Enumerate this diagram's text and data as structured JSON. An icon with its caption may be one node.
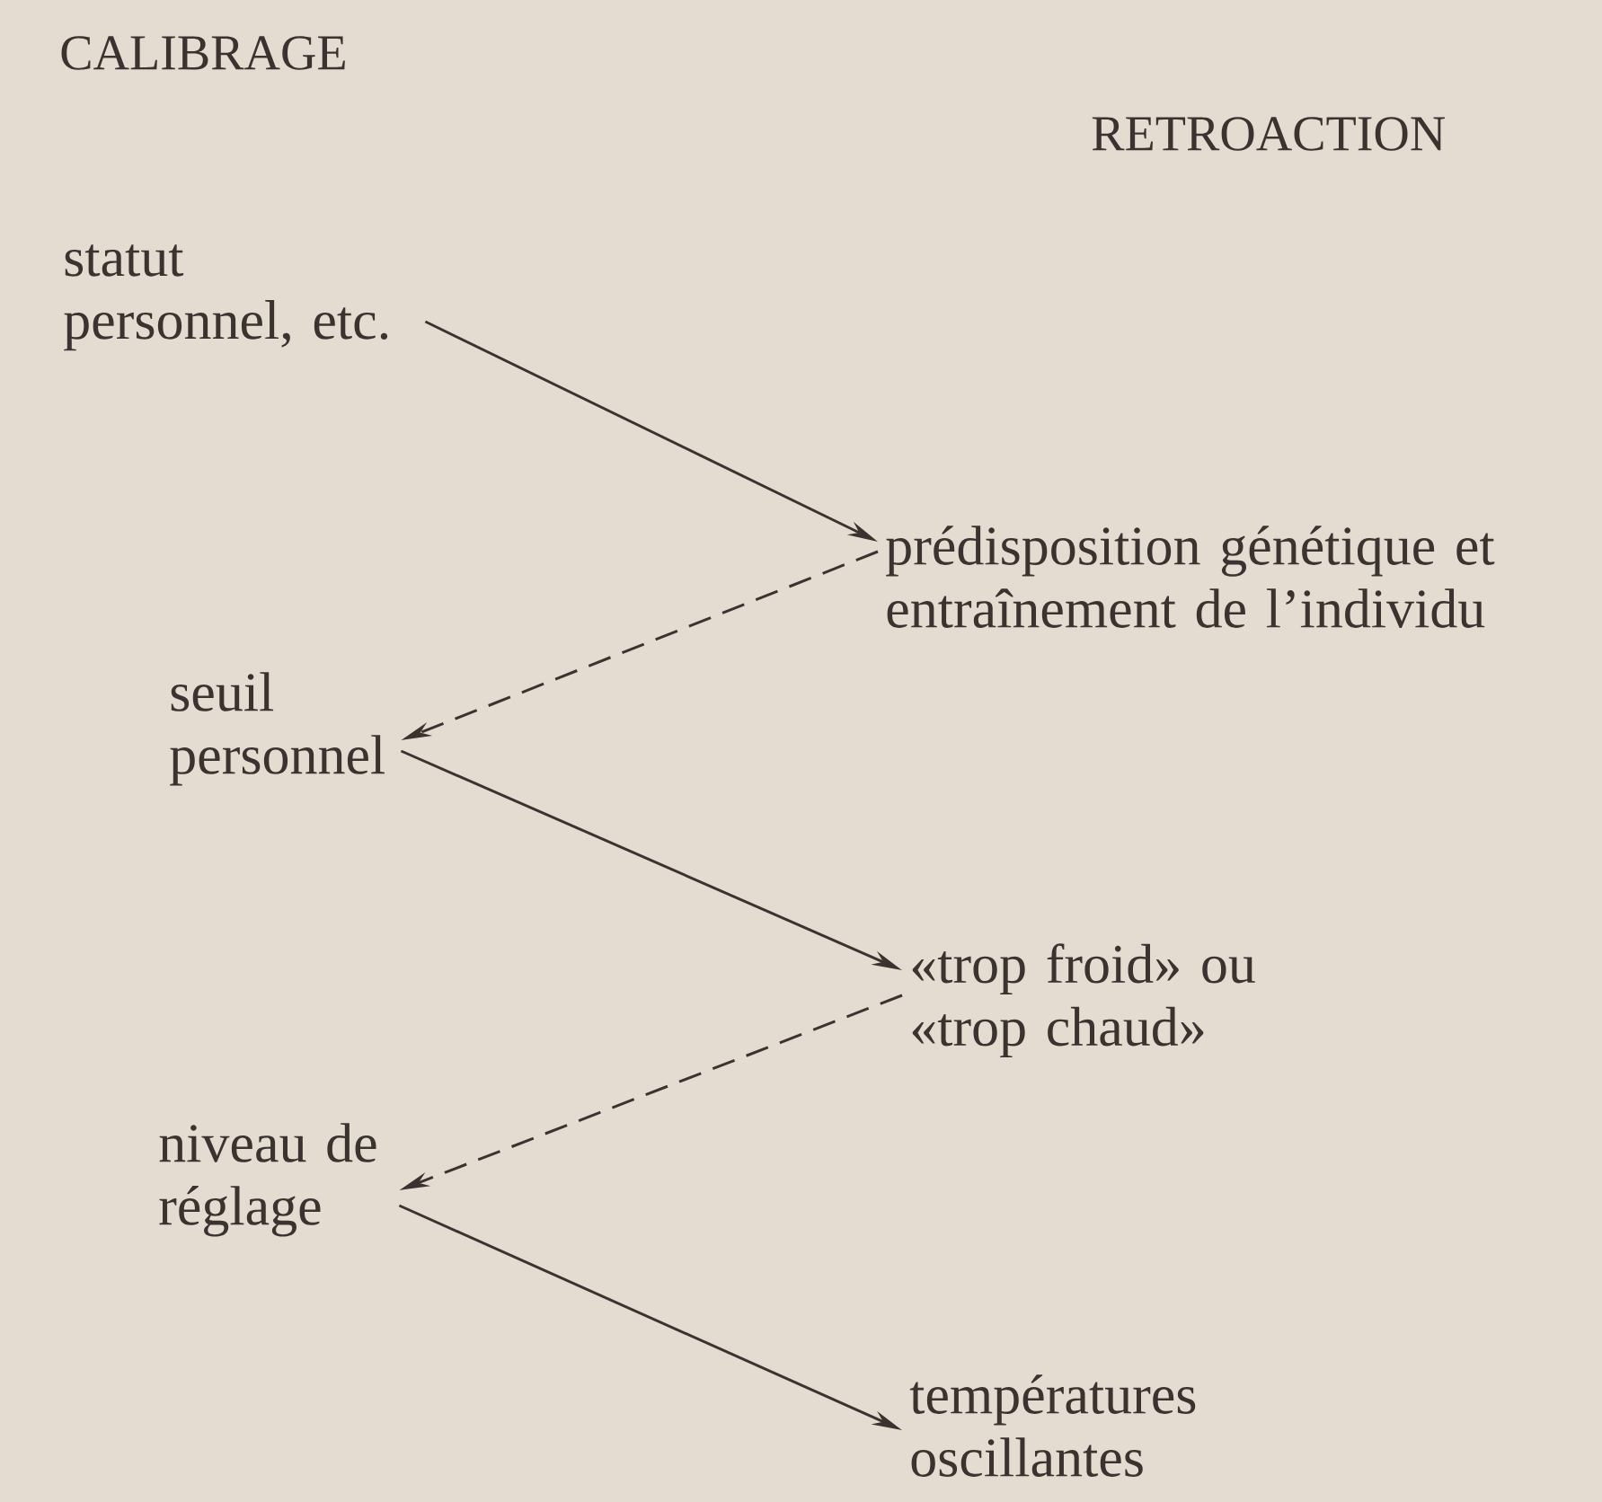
{
  "diagram": {
    "nodes": [
      {
        "text": [
          "statut personnel, etc."
        ]
      },
      {
        "text": [
          "prédisposition génétique et entraînement de l’individu"
        ]
      },
      {
        "text": [
          "seuil personnel"
        ]
      },
      {
        "text": [
          "«trop froid» ou «trop chaud»"
        ]
      },
      {
        "text": [
          "niveau de réglage"
        ]
      },
      {
        "text": [
          "températures oscillantes"
        ]
      }
    ],
    "edges": [
      {
        "from": 0,
        "to": 1,
        "arrow": "to"
      },
      {
        "from": 1,
        "to": 2,
        "arrow": "to",
        "style": "dashed"
      },
      {
        "from": 2,
        "to": 3,
        "arrow": "to"
      },
      {
        "from": 3,
        "to": 4,
        "arrow": "to",
        "style": "dashed"
      },
      {
        "from": 4,
        "to": 5,
        "arrow": "to"
      }
    ],
    "labels": [
      "CALIBRAGE",
      "RETROACTION"
    ]
  }
}
